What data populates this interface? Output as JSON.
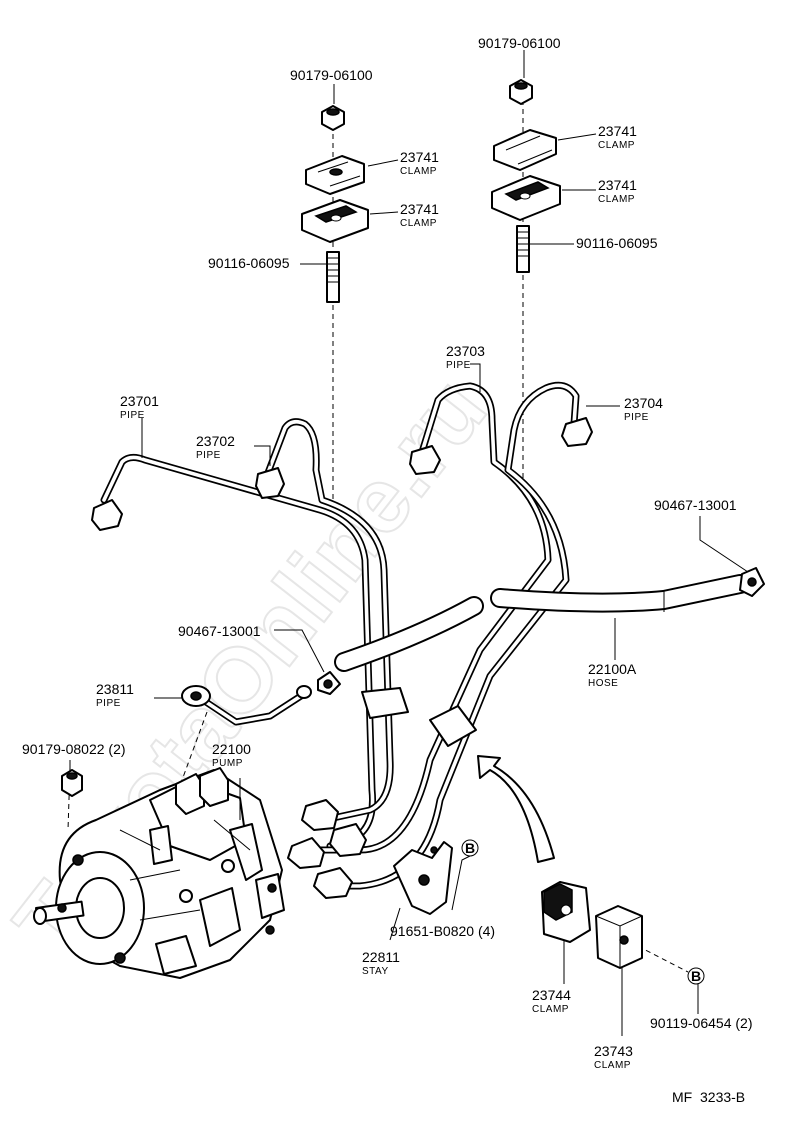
{
  "watermark": "ToyotaOnline.ru",
  "diagram_code": "MF  3233-B",
  "parts": {
    "nut_top_left": {
      "number": "90179-06100"
    },
    "nut_top_right": {
      "number": "90179-06100"
    },
    "clamp_l_upper": {
      "number": "23741",
      "name": "CLAMP"
    },
    "clamp_l_lower": {
      "number": "23741",
      "name": "CLAMP"
    },
    "clamp_r_upper": {
      "number": "23741",
      "name": "CLAMP"
    },
    "clamp_r_lower": {
      "number": "23741",
      "name": "CLAMP"
    },
    "stud_left": {
      "number": "90116-06095"
    },
    "stud_right": {
      "number": "90116-06095"
    },
    "pipe_23701": {
      "number": "23701",
      "name": "PIPE"
    },
    "pipe_23702": {
      "number": "23702",
      "name": "PIPE"
    },
    "pipe_23703": {
      "number": "23703",
      "name": "PIPE"
    },
    "pipe_23704": {
      "number": "23704",
      "name": "PIPE"
    },
    "hose_clip_right": {
      "number": "90467-13001"
    },
    "hose_clip_left": {
      "number": "90467-13001"
    },
    "hose": {
      "number": "22100A",
      "name": "HOSE"
    },
    "pipe_23811": {
      "number": "23811",
      "name": "PIPE"
    },
    "nut_pump": {
      "number": "90179-08022 (2)"
    },
    "pump": {
      "number": "22100",
      "name": "PUMP"
    },
    "bolt_stay": {
      "number": "91651-B0820 (4)"
    },
    "stay": {
      "number": "22811",
      "name": "STAY"
    },
    "clamp_23744": {
      "number": "23744",
      "name": "CLAMP"
    },
    "clamp_23743": {
      "number": "23743",
      "name": "CLAMP"
    },
    "bolt_clamp": {
      "number": "90119-06454 (2)"
    }
  },
  "ref_marker": "B"
}
